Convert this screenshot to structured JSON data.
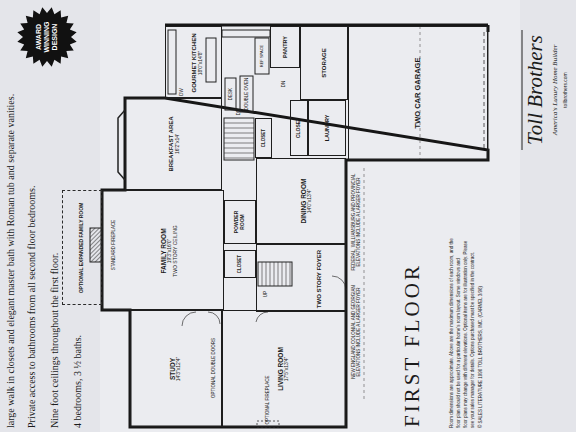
{
  "diagram": {
    "title": "FIRST FLOOR",
    "nodes": [
      {
        "text": [
          "AWARD WINNING DESIGN"
        ]
      },
      {
        "text": [
          "GOURMET KITCHEN",
          "18'0\"x14'8\""
        ]
      },
      {
        "text": [
          "PANTRY"
        ]
      },
      {
        "text": [
          "STORAGE"
        ]
      },
      {
        "text": [
          "BREAKFAST AREA",
          "16'2\"x14'"
        ]
      },
      {
        "text": [
          "CLOSET"
        ]
      },
      {
        "text": [
          "LAUNDRY"
        ]
      },
      {
        "text": [
          "TWO CAR GARAGE"
        ]
      },
      {
        "text": [
          "OPTIONAL EXPANDED FAMILY ROOM"
        ]
      },
      {
        "text": [
          "FAMILY ROOM",
          "19'3\"x16'0\"",
          "TWO STORY CEILING"
        ]
      },
      {
        "text": [
          "CLOSET"
        ]
      },
      {
        "text": [
          "POWDER ROOM"
        ]
      },
      {
        "text": [
          "CLOSET"
        ]
      },
      {
        "text": [
          "DINING ROOM",
          "14'0\"x13'4\""
        ]
      },
      {
        "text": [
          "TWO STORY FOYER"
        ]
      },
      {
        "text": [
          "STUDY",
          "14'3\"x12'4\""
        ]
      },
      {
        "text": [
          "LIVING ROOM",
          "17'5\"x13'4\""
        ]
      }
    ],
    "labels": [
      "large walk in closets and elegant master bath with Roman tub and separate vanities.",
      "Private access to bathrooms from all second floor bedrooms.",
      "Nine foot ceilings throughout the first floor.",
      "4 bedrooms, 3 ½ baths.",
      "Toll Brothers",
      "America's Luxury Home Builder",
      "tollbrothers.com",
      "Room dimensions are approximate. Above are the maximum dimensions of each room, and the",
      "floor plan should not be used for a particular home's room layout. Some windows and",
      "floor plans may change with different elevations. Optional items are for illustration only. Please",
      "see your sales manager for details. Options purchased must be specified in the contract.",
      "© SALES LITERATURE 1996 TOLL BROTHERS, INC. (CARMEL 3/96)",
      "FEDERAL, WILLIAMSBURG AND PROVINCIAL ELEVATIONS INCLUDE A LARGER FOYER",
      "NEW ENGLAND COLONIAL AND GEORGIAN ELEVATIONS INCLUDE A LARGER FOYER",
      "DW",
      "REF SPACE",
      "DESK",
      "DOUBLE OVEN",
      "DN",
      "DN",
      "UP",
      "STANDARD FIREPLACE",
      "OPTIONAL FIREPLACE",
      "OPTIONAL DOUBLE DOORS"
    ]
  }
}
